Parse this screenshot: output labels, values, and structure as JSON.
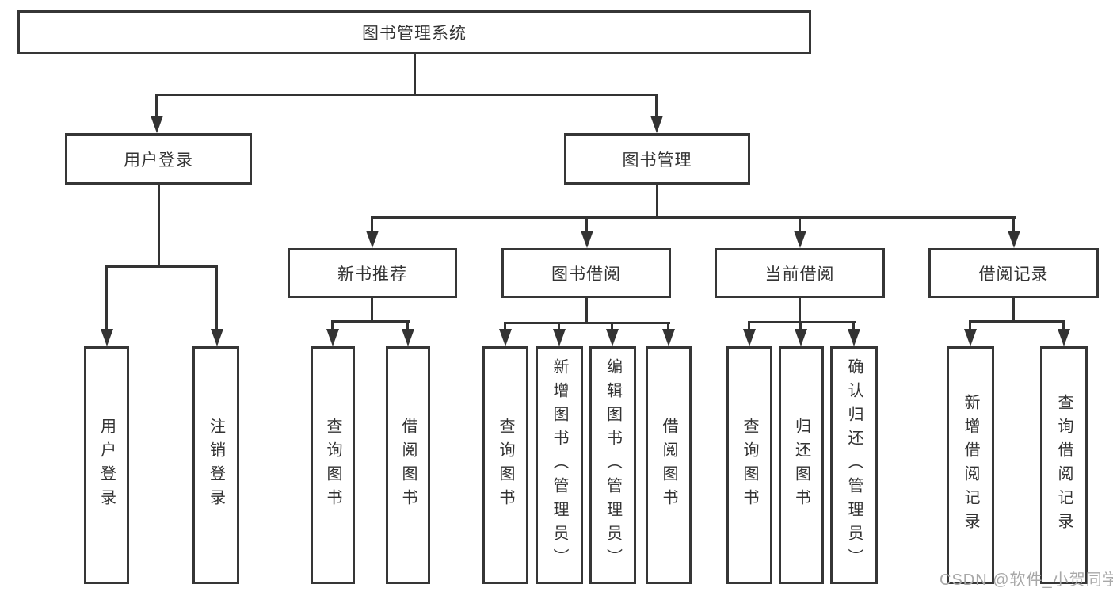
{
  "diagram": {
    "root": {
      "label": "图书管理系统"
    },
    "branches": [
      {
        "label": "用户登录",
        "children": [
          {
            "label": "用户登录"
          },
          {
            "label": "注销登录"
          }
        ]
      },
      {
        "label": "图书管理",
        "children": [
          {
            "label": "新书推荐",
            "children": [
              {
                "label": "查询图书"
              },
              {
                "label": "借阅图书"
              }
            ]
          },
          {
            "label": "图书借阅",
            "children": [
              {
                "label": "查询图书"
              },
              {
                "label": "新增图书（管理员）"
              },
              {
                "label": "编辑图书（管理员）"
              },
              {
                "label": "借阅图书"
              }
            ]
          },
          {
            "label": "当前借阅",
            "children": [
              {
                "label": "查询图书"
              },
              {
                "label": "归还图书"
              },
              {
                "label": "确认归还（管理员）"
              }
            ]
          },
          {
            "label": "借阅记录",
            "children": [
              {
                "label": "新增借阅记录"
              },
              {
                "label": "查询借阅记录"
              }
            ]
          }
        ]
      }
    ]
  },
  "watermark": {
    "text": "CSDN @软件_小贺同学"
  },
  "colors": {
    "line": "#333333",
    "text": "#333333",
    "background": "#ffffff",
    "watermark": "#a8a8a8"
  }
}
